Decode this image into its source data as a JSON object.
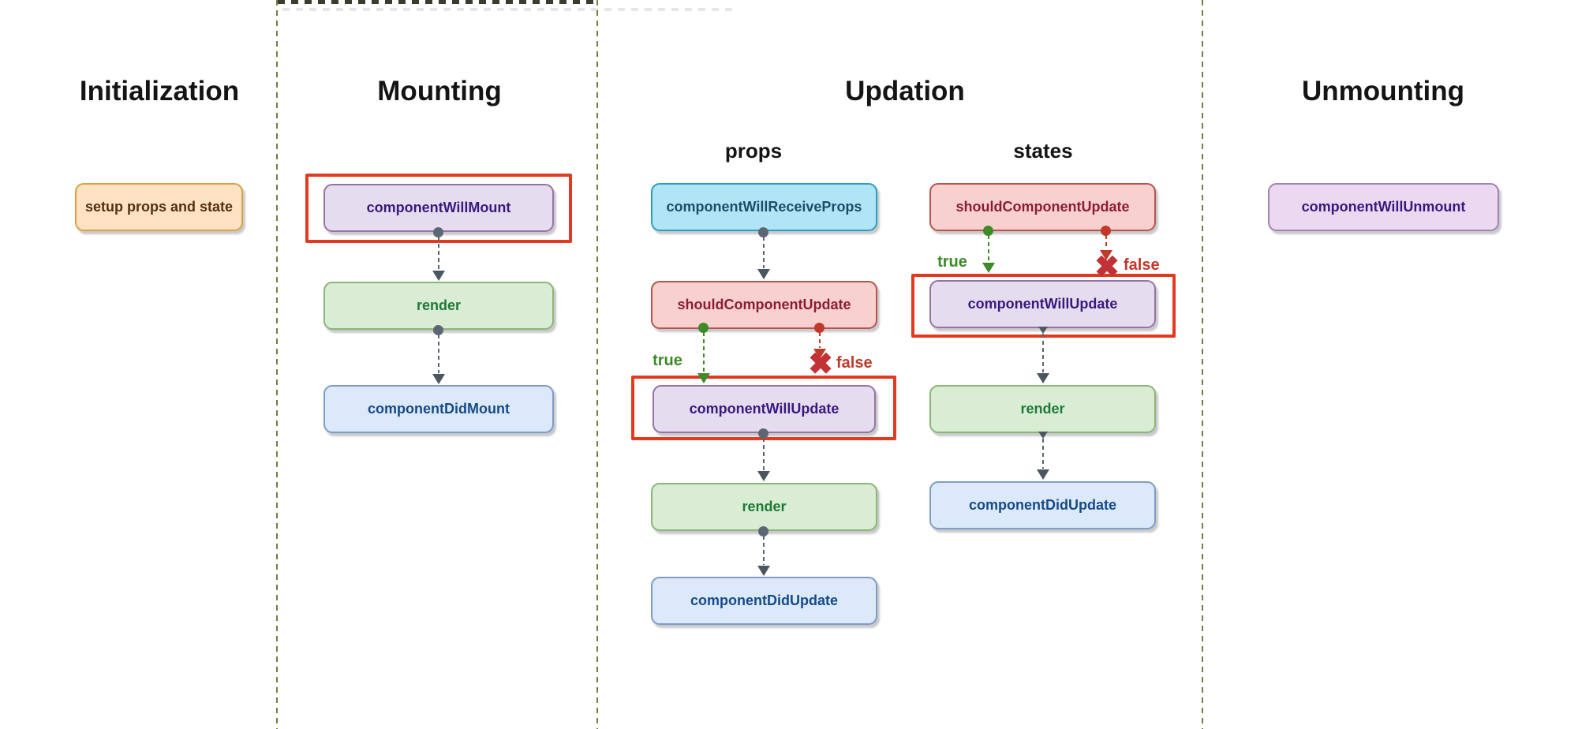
{
  "diagram": "React component lifecycle",
  "sections": {
    "initialization": {
      "title": "Initialization"
    },
    "mounting": {
      "title": "Mounting"
    },
    "updation": {
      "title": "Updation",
      "columns": {
        "props": "props",
        "states": "states"
      }
    },
    "unmounting": {
      "title": "Unmounting"
    }
  },
  "nodes": {
    "setup": "setup props and state",
    "componentWillMount": "componentWillMount",
    "mountingRender": "render",
    "componentDidMount": "componentDidMount",
    "componentWillReceiveProps": "componentWillReceiveProps",
    "propsShouldComponentUpdate": "shouldComponentUpdate",
    "propsComponentWillUpdate": "componentWillUpdate",
    "propsRender": "render",
    "propsComponentDidUpdate": "componentDidUpdate",
    "statesShouldComponentUpdate": "shouldComponentUpdate",
    "statesComponentWillUpdate": "componentWillUpdate",
    "statesRender": "render",
    "statesComponentDidUpdate": "componentDidUpdate",
    "componentWillUnmount": "componentWillUnmount"
  },
  "branch_labels": {
    "props_true": "true",
    "props_false": "false",
    "states_true": "true",
    "states_false": "false"
  },
  "x_mark": "✖",
  "colors": {
    "highlight_rect": "#e23a20",
    "true_branch": "#3e8a27",
    "false_branch": "#c0392b",
    "connector": "#5b6570",
    "guide_line": "#6e7f48",
    "box_orange_fill": "#ffe2c1",
    "box_orange_border": "#d8a245",
    "box_purple_fill": "#e6dcef",
    "box_purple_border": "#9673a6",
    "box_green_fill": "#d9ecd4",
    "box_green_border": "#8cb578",
    "box_blue_fill": "#dce9fb",
    "box_blue_border": "#7e9cc8",
    "box_cyan_fill": "#b0e5f6",
    "box_cyan_border": "#2d9fbe",
    "box_pink_fill": "#f8d1ce",
    "box_pink_border": "#b85450"
  }
}
